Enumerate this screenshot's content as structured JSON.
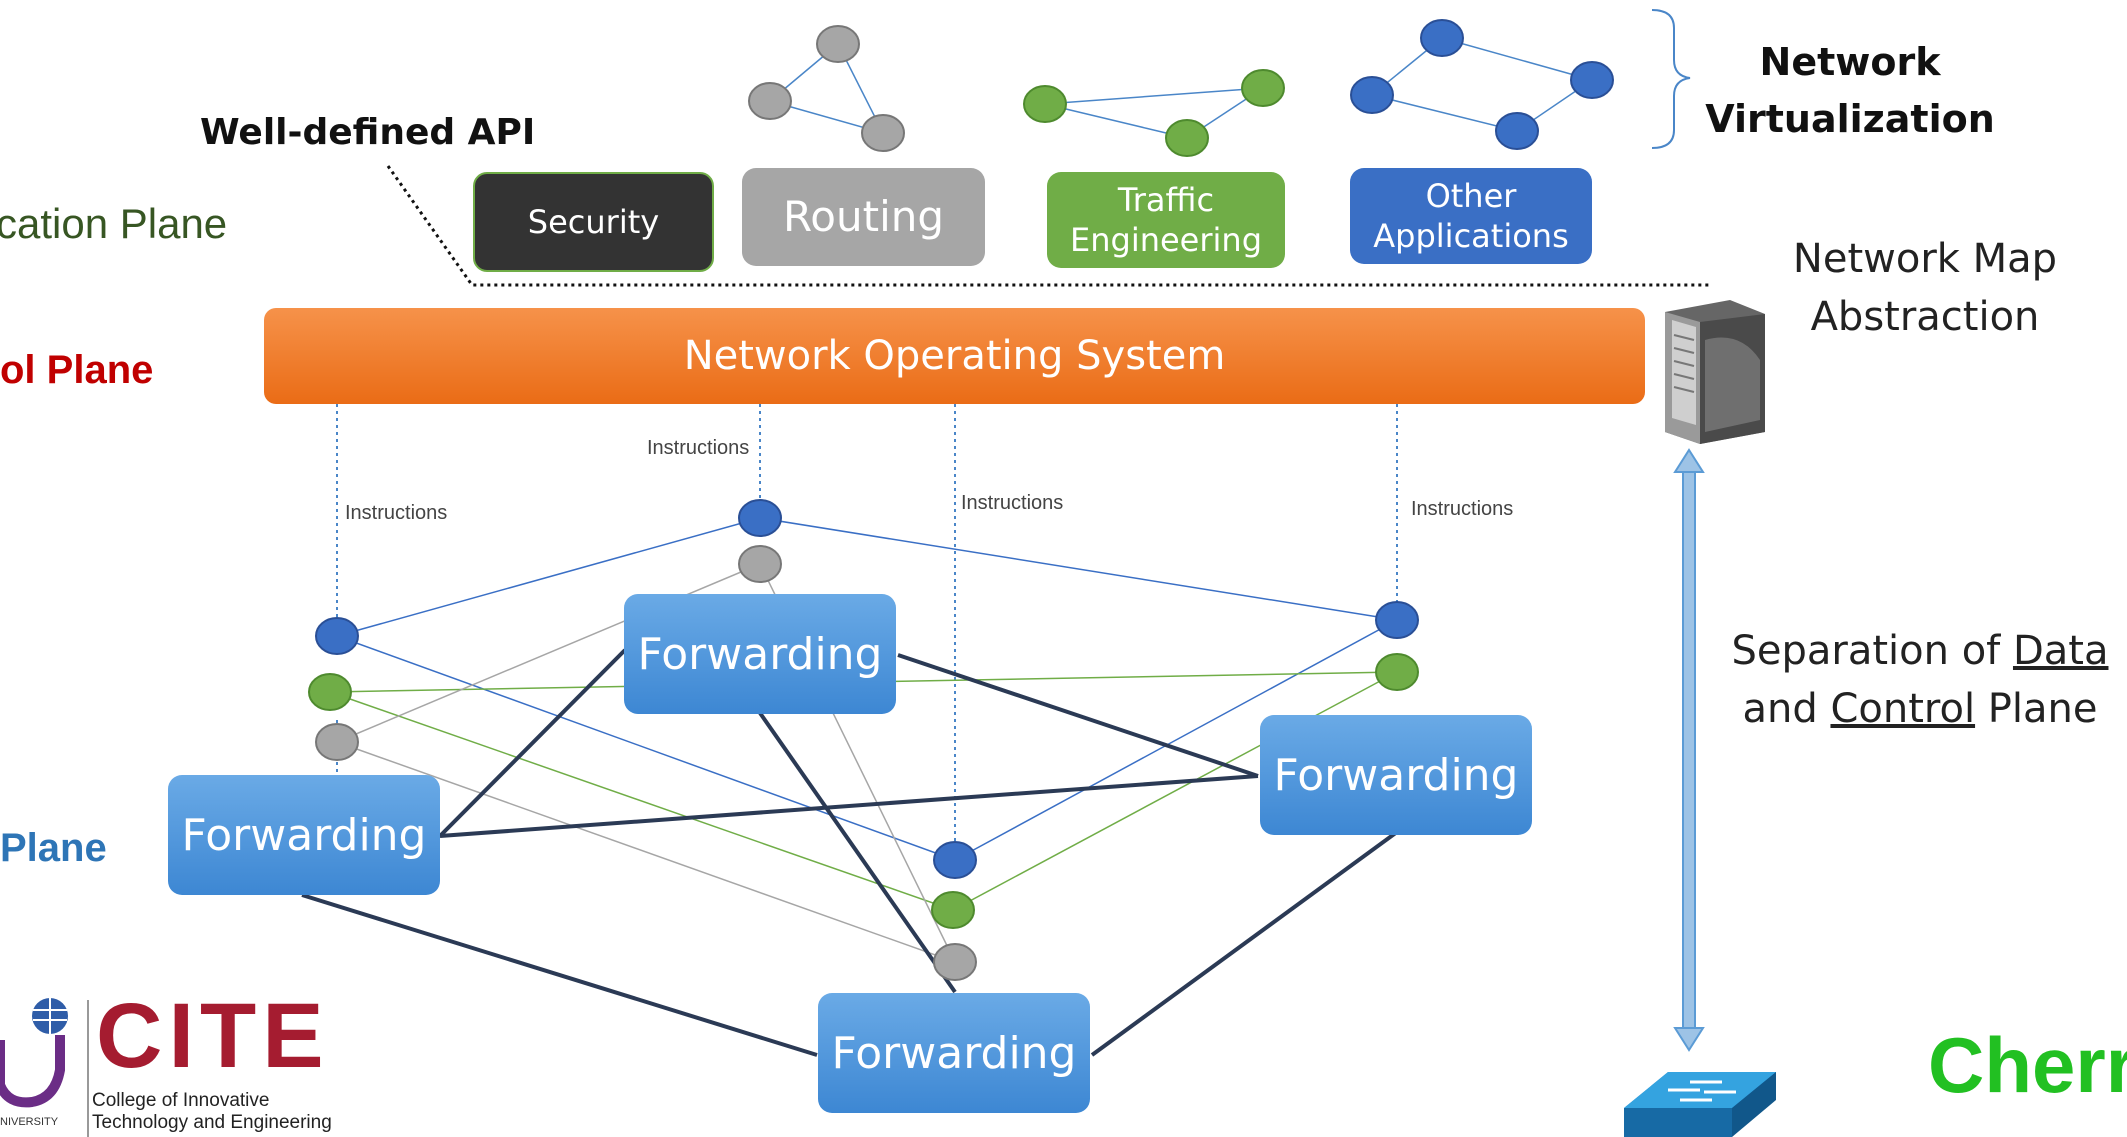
{
  "planes": {
    "application": "cation Plane",
    "control": "ol Plane",
    "data": "Plane"
  },
  "api_label": "Well-defined API",
  "network_virtualization": {
    "line1": "Network",
    "line2": "Virtualization"
  },
  "apps": {
    "security": "Security",
    "routing": "Routing",
    "traffic": {
      "line1": "Traffic",
      "line2": "Engineering"
    },
    "other": {
      "line1": "Other",
      "line2": "Applications"
    }
  },
  "nos": "Network Operating System",
  "network_map": {
    "line1": "Network Map",
    "line2": "Abstraction"
  },
  "instructions": [
    "Instructions",
    "Instructions",
    "Instructions",
    "Instructions"
  ],
  "forwarding": [
    "Forwarding",
    "Forwarding",
    "Forwarding",
    "Forwarding"
  ],
  "separation": {
    "part1": "Separation of ",
    "data_word": "Data",
    "part2": "and ",
    "control_word": "Control",
    "part3": " Plane"
  },
  "logo": {
    "letters": "CITE",
    "line1": "College of Innovative",
    "line2": "Technology and Engineering",
    "university": "NIVERSITY"
  },
  "watermark": "Cherr",
  "colors": {
    "security": "#333333",
    "routing": "#a6a6a6",
    "traffic": "#70ad47",
    "other": "#3a6fc5",
    "nos": "#f07c2a",
    "forwarding": "#4a90d9",
    "control_red": "#c00000",
    "data_blue": "#2e75b6",
    "app_green": "#375623"
  },
  "icons": [
    "server-icon",
    "switch-icon",
    "globe-icon"
  ]
}
